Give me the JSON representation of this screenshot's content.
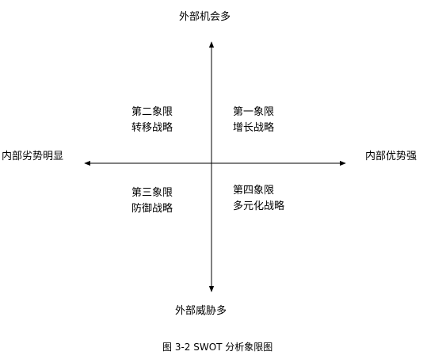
{
  "axes": {
    "top": "外部机会多",
    "bottom": "外部威胁多",
    "left": "内部劣势明显",
    "right": "内部优势强"
  },
  "quadrants": {
    "q1": {
      "name": "第一象限",
      "strategy": "增长战略"
    },
    "q2": {
      "name": "第二象限",
      "strategy": "转移战略"
    },
    "q3": {
      "name": "第三象限",
      "strategy": "防御战略"
    },
    "q4": {
      "name": "第四象限",
      "strategy": "多元化战略"
    }
  },
  "caption": "图 3-2  SWOT 分析象限图",
  "colors": {
    "line": "#000000",
    "text": "#000000",
    "background": "#ffffff"
  }
}
